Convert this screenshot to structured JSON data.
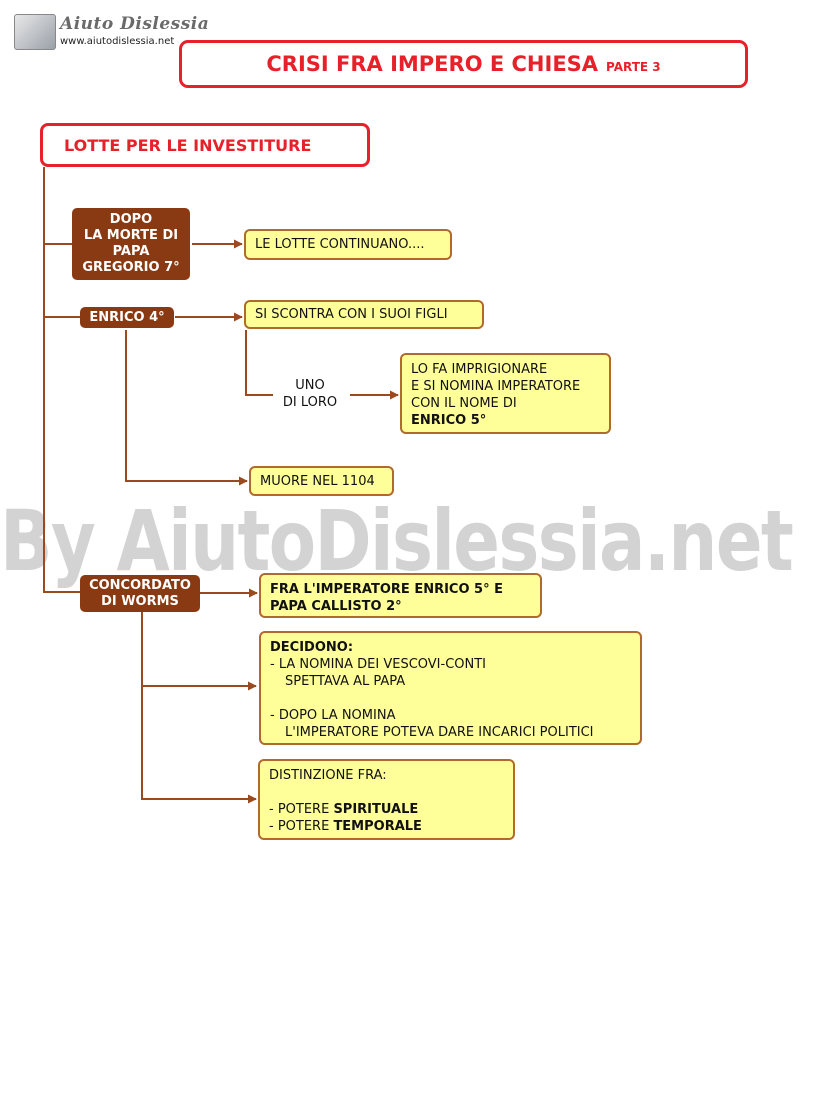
{
  "logo": {
    "name": "Aiuto Dislessia",
    "url": "www.aiutodislessia.net"
  },
  "title": {
    "main": "CRISI FRA IMPERO E CHIESA",
    "part": "PARTE 3"
  },
  "section": {
    "title": "LOTTE PER LE INVESTITURE"
  },
  "nodes": {
    "dopo": [
      "DOPO",
      "LA MORTE DI",
      "PAPA",
      "GREGORIO 7°"
    ],
    "lotte_continuano": "LE LOTTE CONTINUANO....",
    "enrico4": "ENRICO 4°",
    "scontra": "SI SCONTRA CON I SUOI FIGLI",
    "uno_di_loro": [
      "UNO",
      "DI LORO"
    ],
    "imprigionare": [
      "LO FA IMPRIGIONARE",
      "E SI NOMINA IMPERATORE",
      "CON IL NOME DI",
      "ENRICO 5°"
    ],
    "muore": "MUORE NEL 1104",
    "concordato": [
      "CONCORDATO",
      "DI WORMS"
    ],
    "fra_imperatore": [
      "FRA L'IMPERATORE ENRICO 5° E",
      "PAPA CALLISTO 2°"
    ],
    "decidono": {
      "heading": "DECIDONO:",
      "lines": [
        "- LA NOMINA DEI VESCOVI-CONTI",
        "SPETTAVA AL PAPA",
        "- DOPO LA NOMINA",
        "L'IMPERATORE POTEVA DARE INCARICI POLITICI"
      ]
    },
    "distinzione": {
      "heading": "DISTINZIONE FRA:",
      "item1_prefix": "- POTERE ",
      "item1_bold": "SPIRITUALE",
      "item2_prefix": "- POTERE ",
      "item2_bold": "TEMPORALE"
    }
  },
  "watermark": "By AiutoDislessia.net",
  "colors": {
    "red": "#e8202a",
    "brown": "#8a3a12",
    "yellow": "#ffff99",
    "line": "#9a4a1e"
  }
}
